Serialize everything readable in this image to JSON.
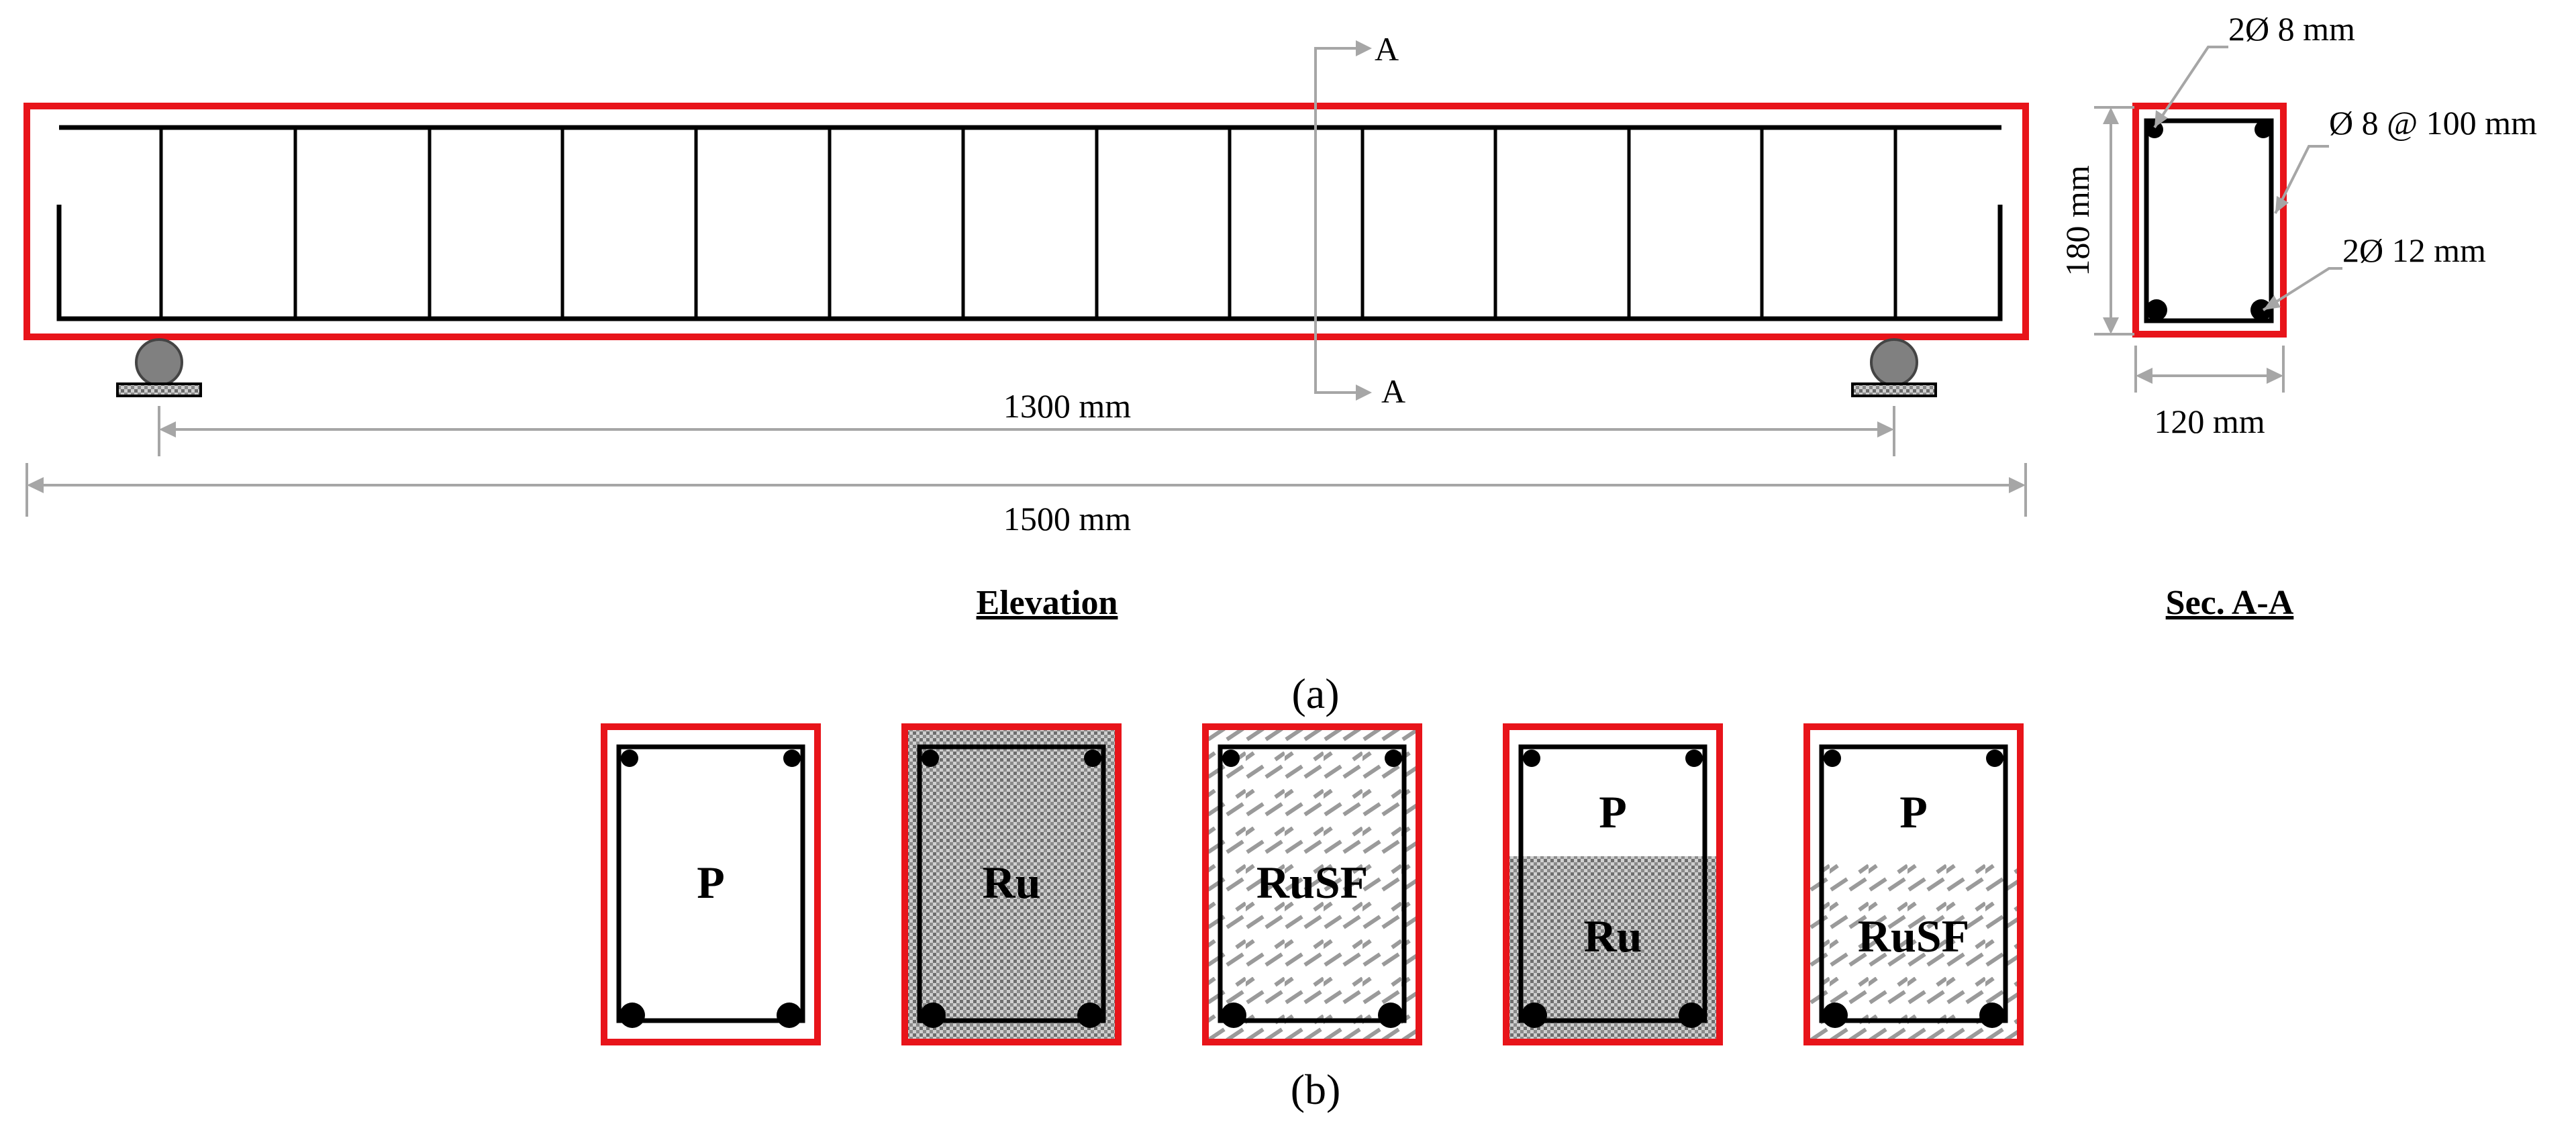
{
  "labels": {
    "section_a_top": "A",
    "section_a_bottom": "A",
    "span": "1300 mm",
    "total_length": "1500 mm",
    "depth": "180 mm",
    "width": "120 mm",
    "top_bars": "2Ø 8 mm",
    "stirrups": "Ø 8 @ 100 mm",
    "bottom_bars": "2Ø 12 mm"
  },
  "titles": {
    "elevation": "Elevation",
    "section": "Sec. A-A"
  },
  "panels": {
    "a": "(a)",
    "b": "(b)"
  },
  "sections": [
    {
      "top": "P",
      "bottom": "",
      "fill": "plain"
    },
    {
      "top": "Ru",
      "bottom": "",
      "fill": "rubber"
    },
    {
      "top": "RuSF",
      "bottom": "",
      "fill": "rusf"
    },
    {
      "top": "P",
      "bottom": "Ru",
      "fill": "rubber-half"
    },
    {
      "top": "P",
      "bottom": "RuSF",
      "fill": "rusf-half"
    }
  ],
  "colors": {
    "outline": "#e8141a",
    "dimension": "#a6a6a6",
    "steel": "#000000"
  }
}
